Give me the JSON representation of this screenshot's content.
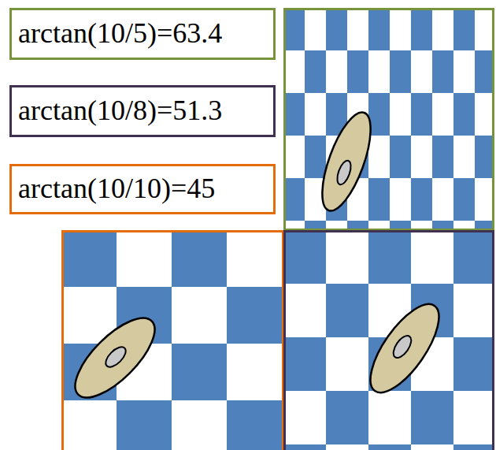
{
  "diagram": {
    "nodes": [
      {
        "text": [
          "arctan(10/5)=63.4"
        ]
      },
      {
        "text": [
          "arctan(10/8)=51.3"
        ]
      },
      {
        "text": [
          "arctan(10/10)=45"
        ]
      }
    ]
  }
}
